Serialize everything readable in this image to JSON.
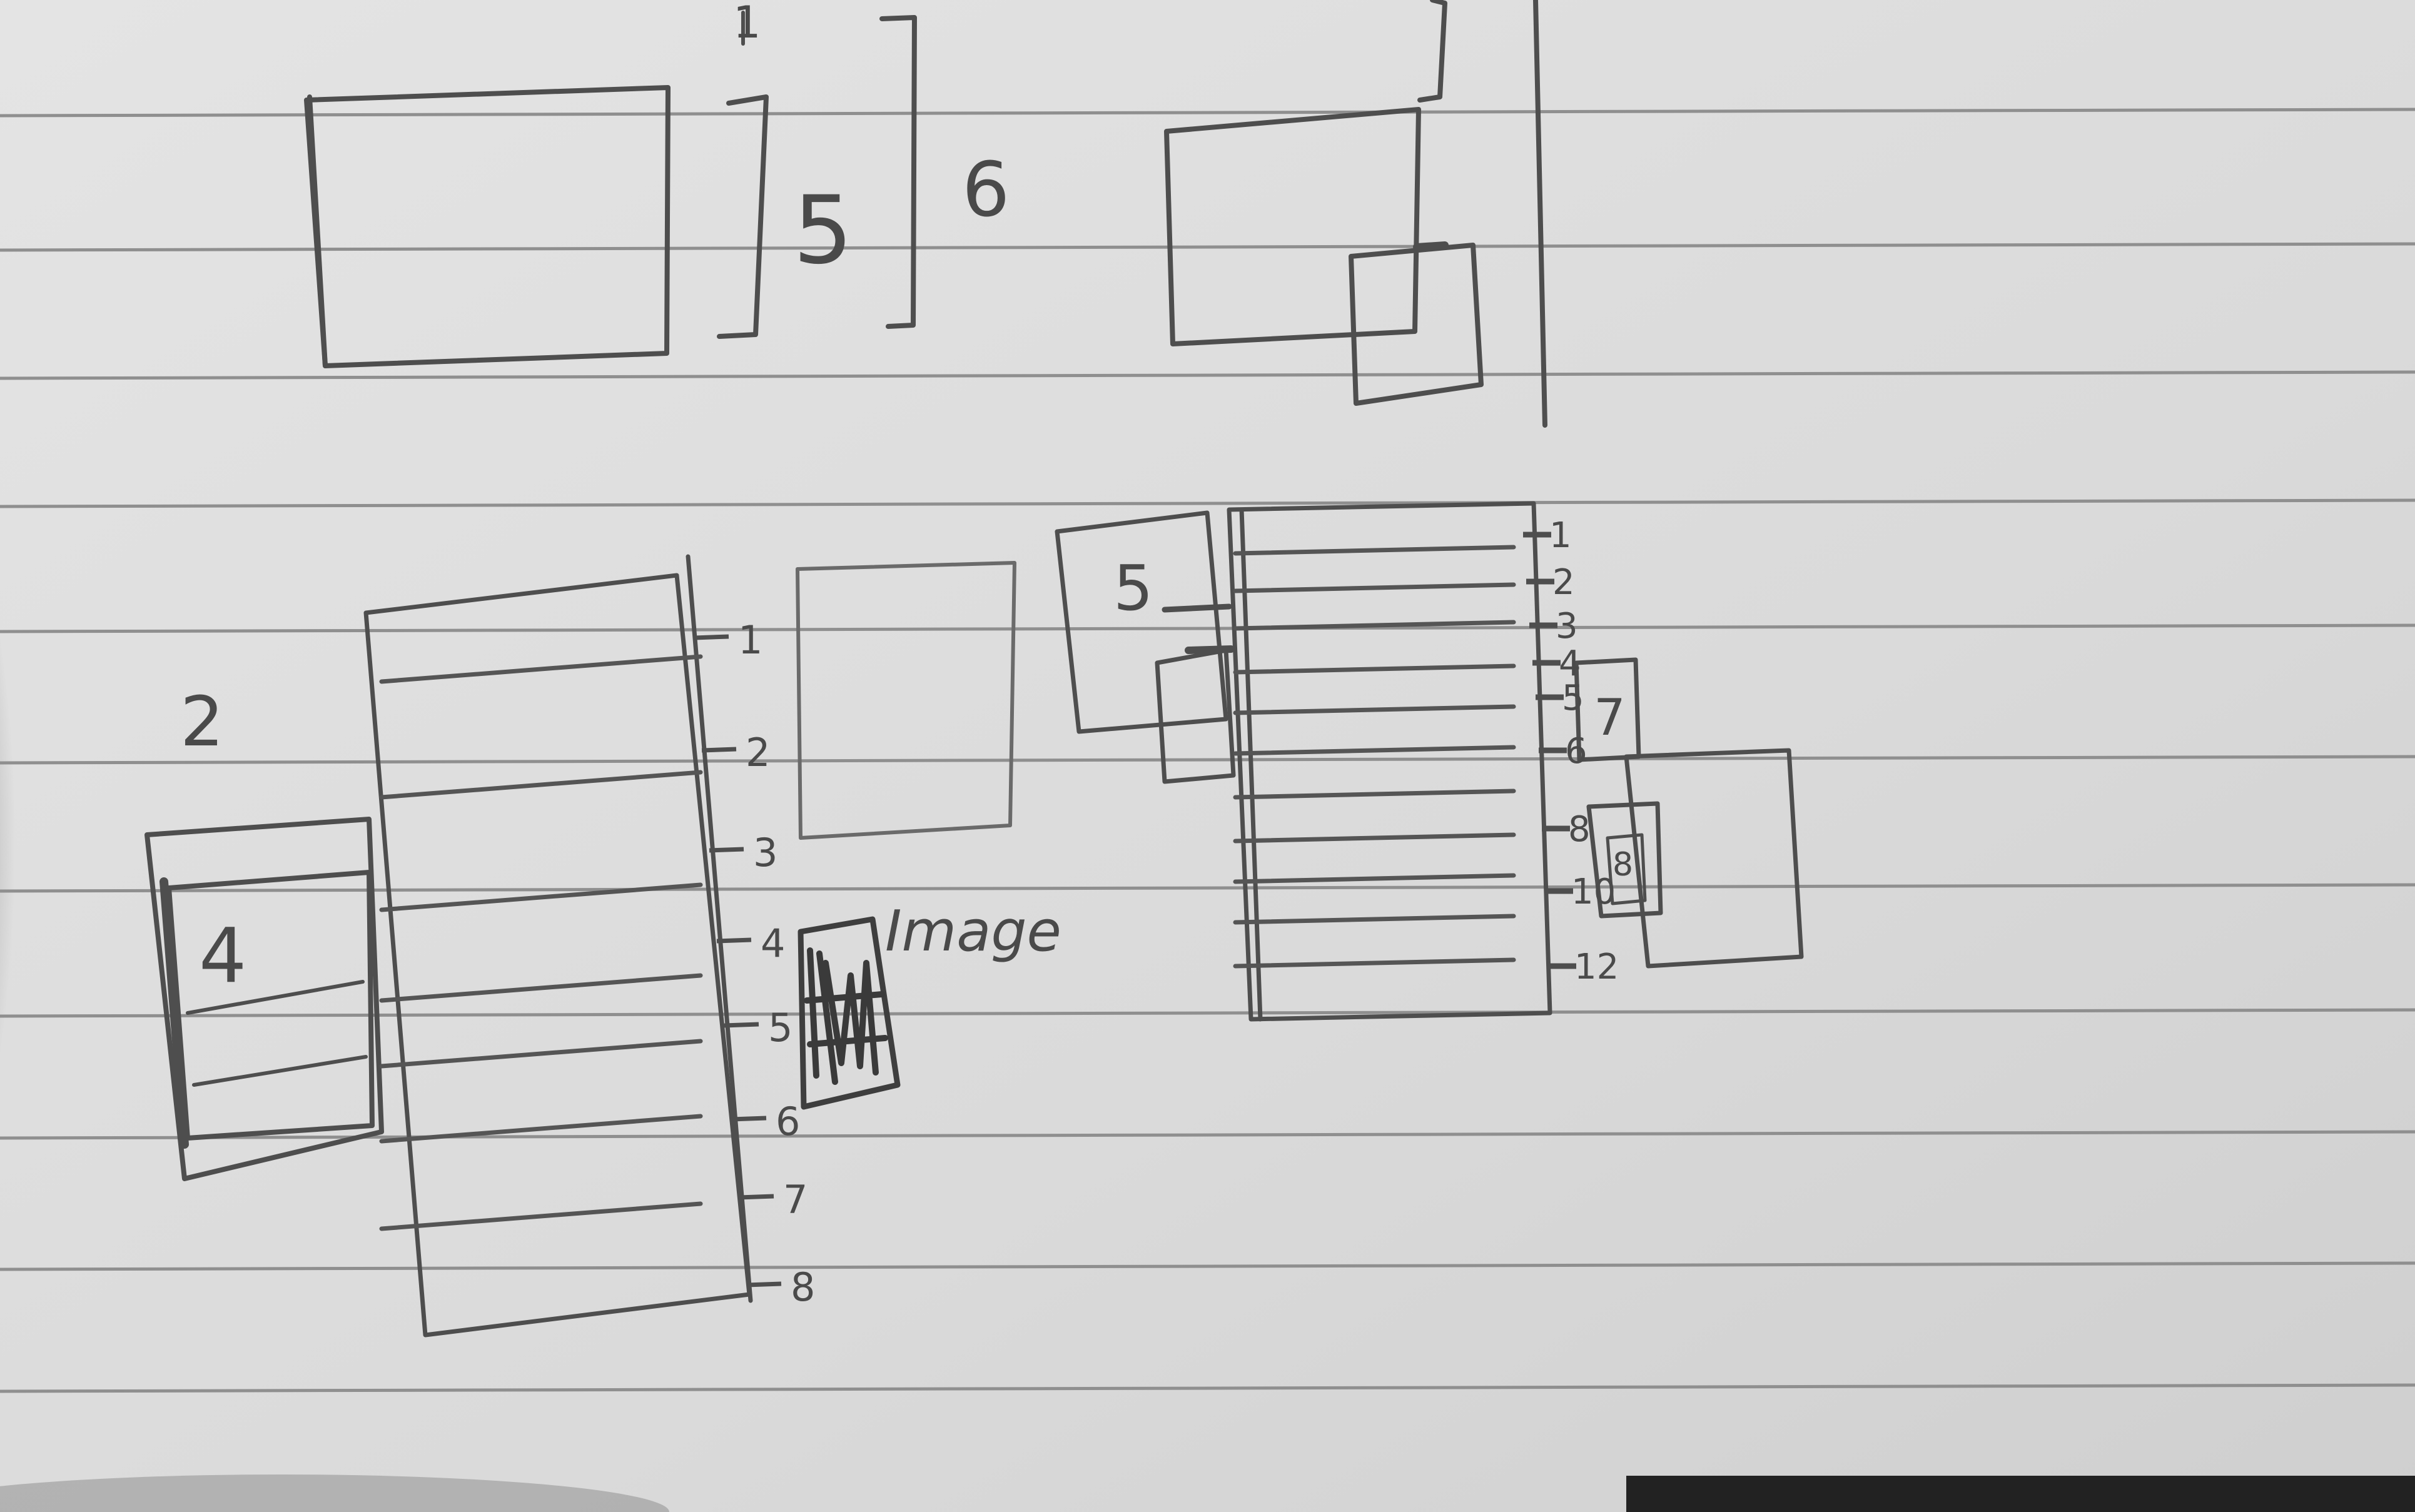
{
  "colors": {
    "paper": "#dcdcdc",
    "paper_shade": "#bdbdbd",
    "ruled_line": "#8f8f8f",
    "pencil": "#4e4e4e",
    "pencil_light": "#7a7a7a",
    "fill_shading": "#5a5a5a"
  },
  "labels": {
    "top_bracket_five": "5",
    "top_bracket_six": "6",
    "top_tick_one": "1",
    "left_two": "2",
    "left_four": "4",
    "middle_image": "Image",
    "right_five": "5",
    "right_seven": "7",
    "right_eight": "8"
  },
  "lower_left_ticks": [
    "1",
    "2",
    "3",
    "4",
    "5",
    "6",
    "7",
    "8"
  ],
  "right_ticks": [
    "1",
    "2",
    "3",
    "4",
    "5",
    "6",
    "8",
    "10",
    "12"
  ]
}
